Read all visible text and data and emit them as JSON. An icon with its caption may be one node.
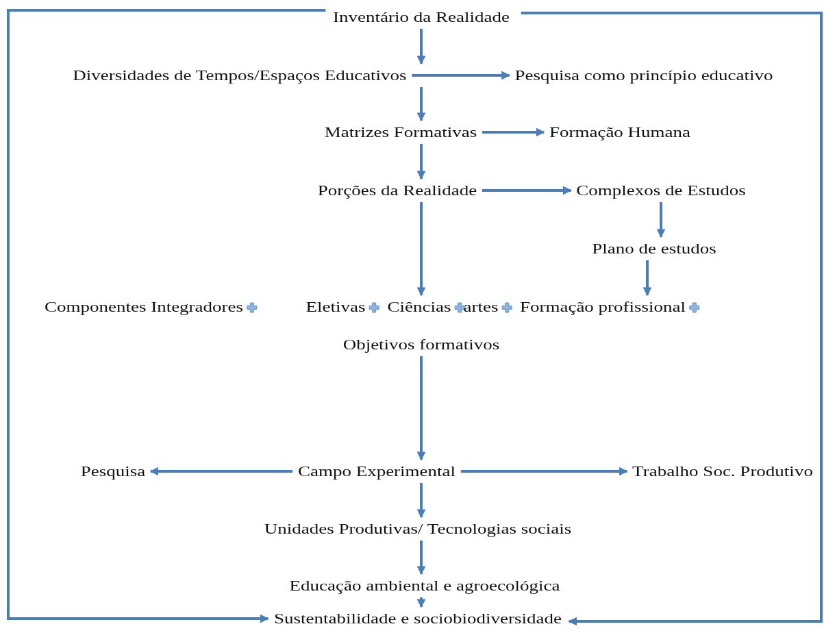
{
  "diagram": {
    "nodes": [
      {
        "text": [
          "Inventário da Realidade"
        ]
      },
      {
        "text": [
          "Diversidades de Tempos/Espaços Educativos"
        ]
      },
      {
        "text": [
          "Pesquisa como princípio educativo"
        ]
      },
      {
        "text": [
          "Matrizes Formativas"
        ]
      },
      {
        "text": [
          "Formação Humana"
        ]
      },
      {
        "text": [
          "Porções da Realidade"
        ]
      },
      {
        "text": [
          "Complexos de Estudos"
        ]
      },
      {
        "text": [
          "Plano de estudos"
        ]
      },
      {
        "text": [
          "Componentes Integradores"
        ]
      },
      {
        "text": [
          "Eletivas"
        ]
      },
      {
        "text": [
          "Ciências"
        ]
      },
      {
        "text": [
          "artes"
        ]
      },
      {
        "text": [
          "Formação profissional"
        ]
      },
      {
        "text": [
          "Objetivos formativos"
        ]
      },
      {
        "text": [
          "Pesquisa"
        ]
      },
      {
        "text": [
          "Campo Experimental"
        ]
      },
      {
        "text": [
          "Trabalho Soc. Produtivo"
        ]
      },
      {
        "text": [
          "Unidades Produtivas/ Tecnologias sociais"
        ]
      },
      {
        "text": [
          "Educação ambiental e agroecológica"
        ]
      },
      {
        "text": [
          "Sustentabilidade e sociobiodiversidade"
        ]
      }
    ],
    "edges": [
      {
        "from": 0,
        "to": 1,
        "arrow": "to"
      },
      {
        "from": 1,
        "to": 2,
        "arrow": "to"
      },
      {
        "from": 1,
        "to": 3,
        "arrow": "to"
      },
      {
        "from": 3,
        "to": 4,
        "arrow": "to"
      },
      {
        "from": 3,
        "to": 5,
        "arrow": "to"
      },
      {
        "from": 5,
        "to": 6,
        "arrow": "to"
      },
      {
        "from": 5,
        "to": 10,
        "arrow": "to"
      },
      {
        "from": 6,
        "to": 7,
        "arrow": "to"
      },
      {
        "from": 7,
        "to": 12,
        "arrow": "to"
      },
      {
        "from": 13,
        "to": 15,
        "arrow": "to"
      },
      {
        "from": 15,
        "to": 14,
        "arrow": "to"
      },
      {
        "from": 15,
        "to": 16,
        "arrow": "to"
      },
      {
        "from": 15,
        "to": 17,
        "arrow": "to"
      },
      {
        "from": 17,
        "to": 18,
        "arrow": "to"
      },
      {
        "from": 18,
        "to": 19,
        "arrow": "to"
      },
      {
        "from": 0,
        "to": 19,
        "arrow": "to"
      },
      {
        "from": 0,
        "to": 19,
        "arrow": "to"
      }
    ]
  }
}
